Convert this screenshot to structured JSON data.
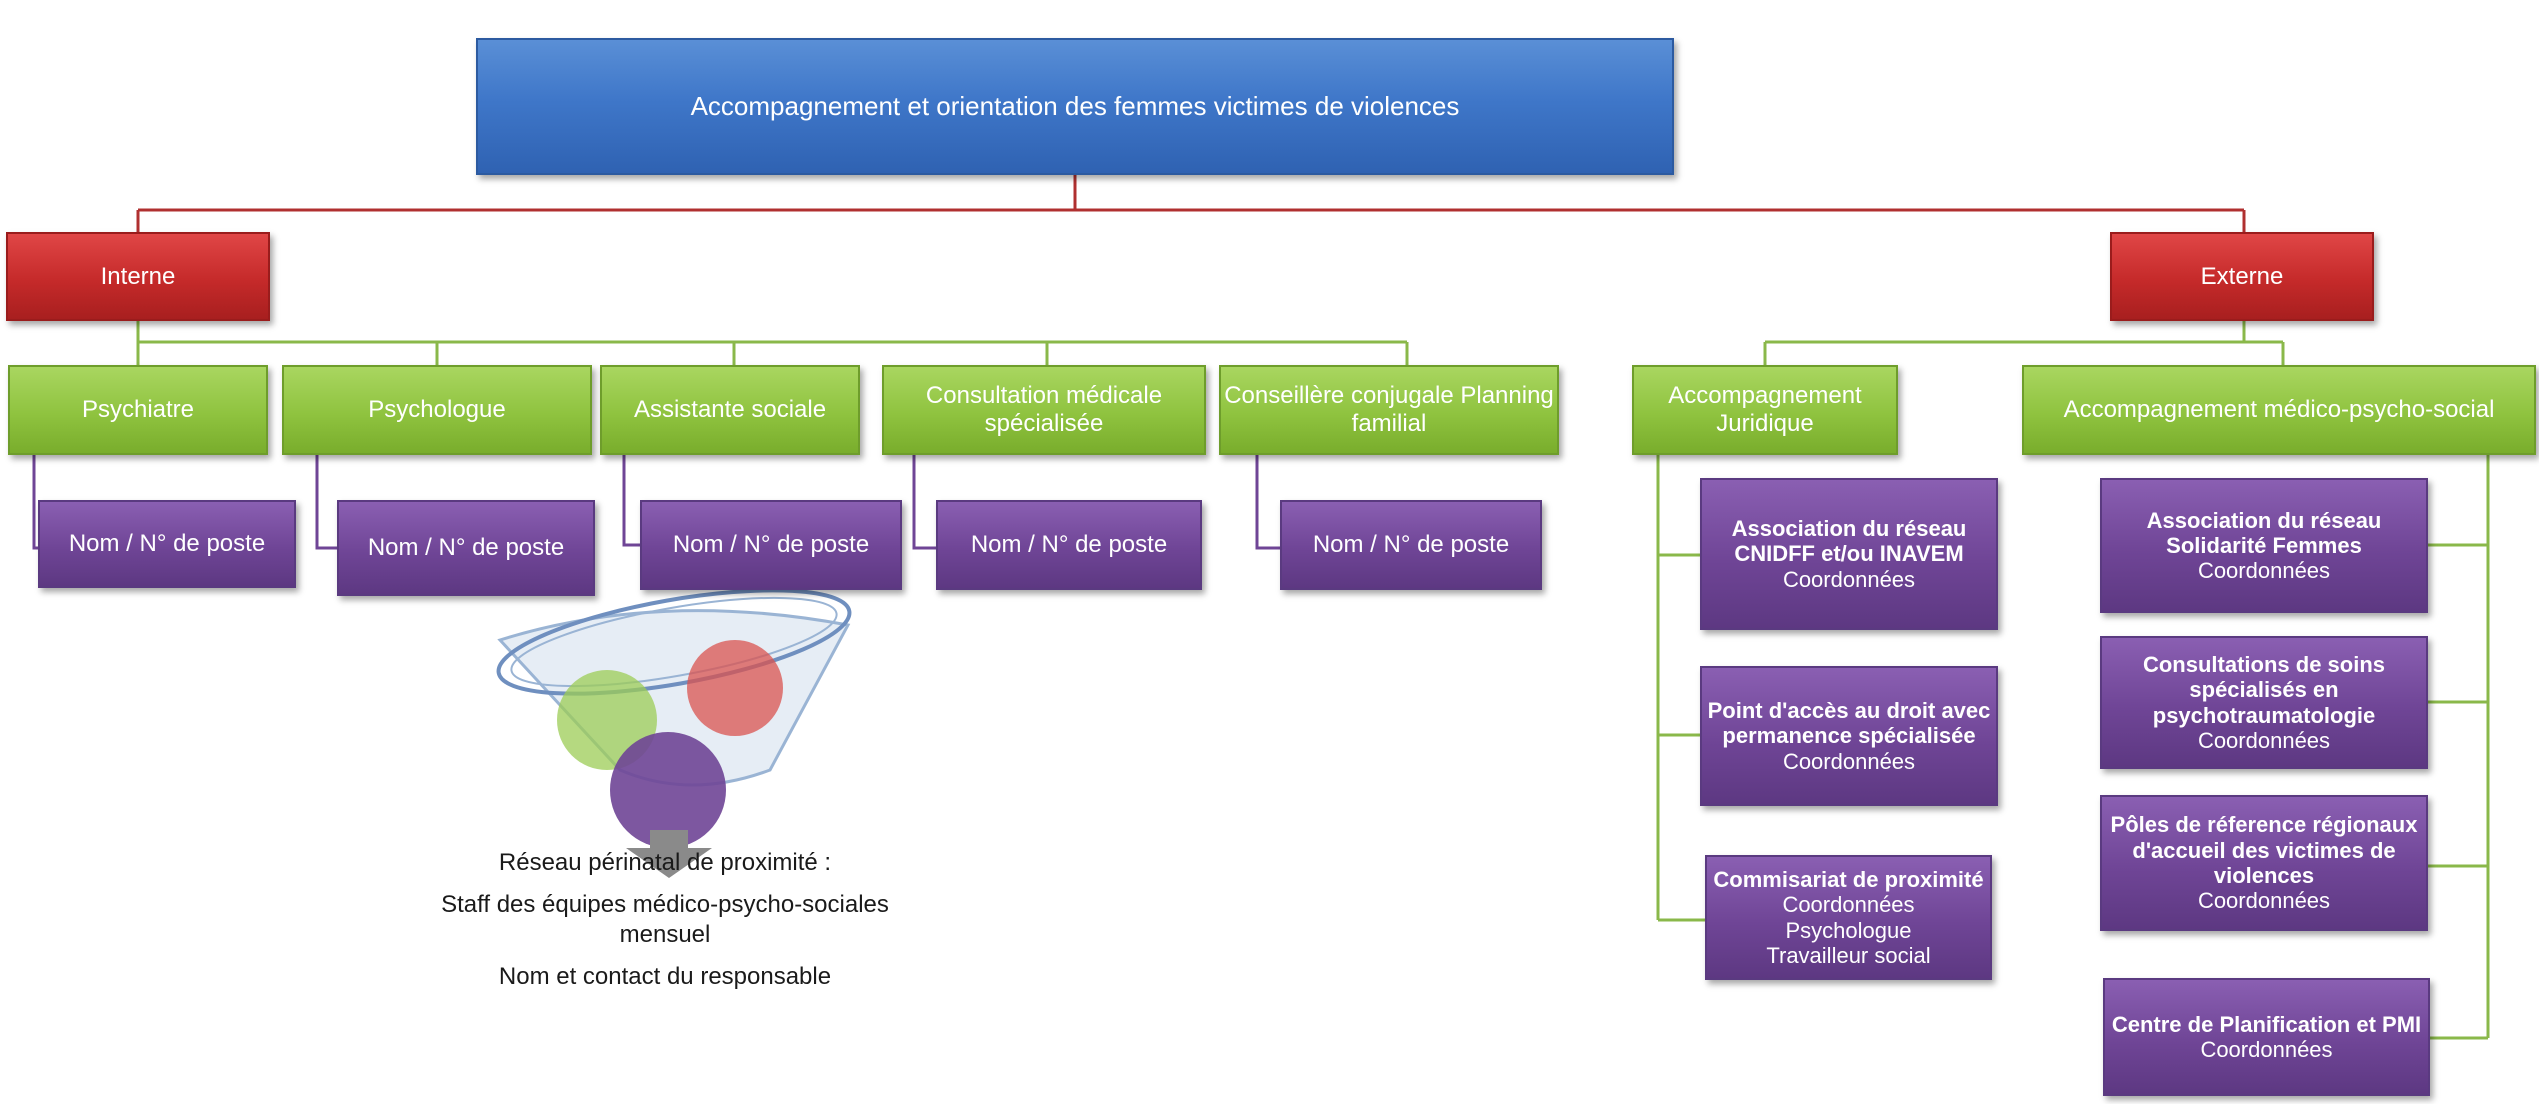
{
  "title": "Accompagnement et orientation des femmes victimes  de violences",
  "branches": {
    "internal": "Interne",
    "external": "Externe"
  },
  "internal_roles": [
    {
      "label": "Psychiatre",
      "contact": "Nom / N° de poste"
    },
    {
      "label": "Psychologue",
      "contact": "Nom / N° de poste"
    },
    {
      "label": "Assistante sociale",
      "contact": "Nom / N° de poste"
    },
    {
      "label": "Consultation médicale spécialisée",
      "contact": "Nom / N° de poste"
    },
    {
      "label": "Conseillère conjugale Planning familial",
      "contact": "Nom / N° de poste"
    }
  ],
  "external_groups": {
    "legal": {
      "label": "Accompagnement Juridique",
      "items": [
        {
          "name": "Association du réseau CNIDFF et/ou INAVEM",
          "details": [
            "Coordonnées"
          ]
        },
        {
          "name": "Point d'accès au droit avec permanence spécialisée",
          "details": [
            "Coordonnées"
          ]
        },
        {
          "name": "Commisariat de proximité",
          "details": [
            "Coordonnées",
            "Psychologue",
            "Travailleur social"
          ]
        }
      ]
    },
    "medico": {
      "label": "Accompagnement médico-psycho-social",
      "items": [
        {
          "name": "Association du réseau Solidarité Femmes",
          "details": [
            "Coordonnées"
          ]
        },
        {
          "name": "Consultations de soins spécialisés en psychotraumatologie",
          "details": [
            "Coordonnées"
          ]
        },
        {
          "name": "Pôles de réference régionaux d'accueil des victimes de violences",
          "details": [
            "Coordonnées"
          ]
        },
        {
          "name": "Centre de Planification et PMI",
          "details": [
            "Coordonnées"
          ]
        }
      ]
    }
  },
  "network_note": {
    "line1": "Réseau périnatal de proximité :",
    "line2": "Staff  des équipes médico-psycho-sociales mensuel",
    "line3": "Nom et contact du responsable"
  },
  "colors": {
    "title": "#3f77c9",
    "branch": "#c52a2a",
    "category": "#8fc33f",
    "contact": "#6f4596",
    "connector_red": "#b03030",
    "connector_green": "#8ab84a"
  }
}
